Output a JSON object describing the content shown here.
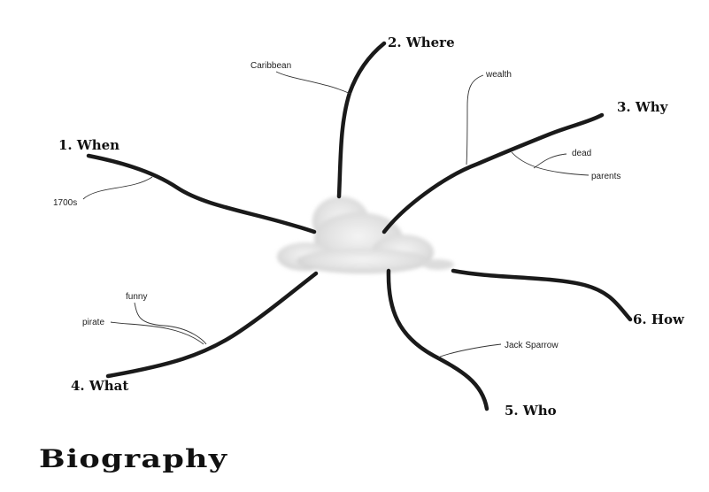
{
  "title": "Biography",
  "branches": [
    {
      "label": "1. When",
      "details": [
        "1700s"
      ]
    },
    {
      "label": "2. Where",
      "details": [
        "Caribbean"
      ]
    },
    {
      "label": "3. Why",
      "details": [
        "wealth",
        "dead",
        "parents"
      ]
    },
    {
      "label": "4. What",
      "details": [
        "funny",
        "pirate"
      ]
    },
    {
      "label": "5. Who",
      "details": [
        "Jack Sparrow"
      ]
    },
    {
      "label": "6. How",
      "details": []
    }
  ],
  "colors": {
    "line": "#1a1a1a",
    "cloud": "#d9d9d9"
  }
}
